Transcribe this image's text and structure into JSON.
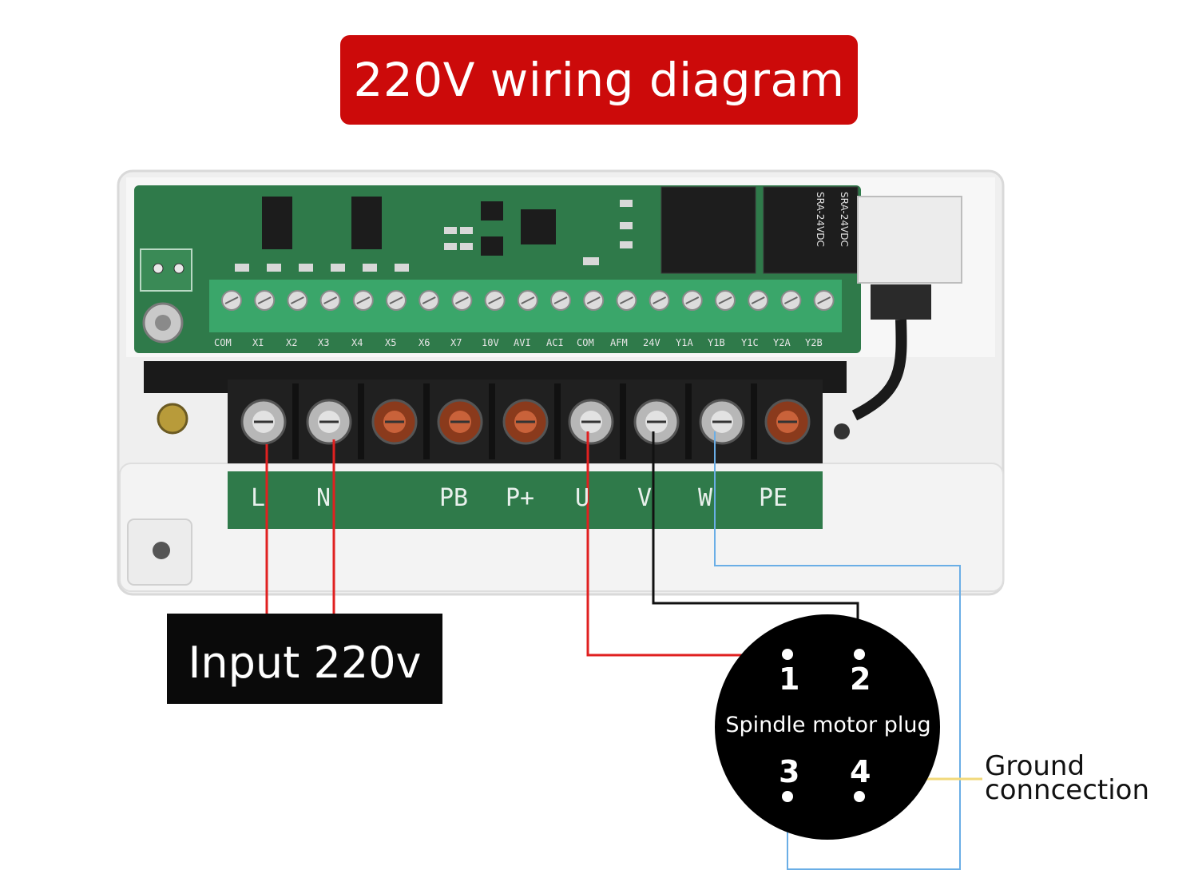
{
  "title": "220V wiring diagram",
  "input_label": "Input 220v",
  "plug": {
    "label": "Spindle motor plug",
    "pins": [
      "1",
      "2",
      "3",
      "4"
    ]
  },
  "ground_label": [
    "Ground",
    "conncection"
  ],
  "power_terminals": [
    "L",
    "N",
    "PB",
    "P+",
    "U",
    "V",
    "W",
    "PE"
  ],
  "control_terminals": [
    "COM",
    "XI",
    "X2",
    "X3",
    "X4",
    "X5",
    "X6",
    "X7",
    "10V",
    "AVI",
    "ACI",
    "COM",
    "AFM",
    "24V",
    "Y1A",
    "Y1B",
    "Y1C",
    "Y2A",
    "Y2B"
  ],
  "relay_text": [
    "SRA-24VDC",
    "SRA-24VDC"
  ],
  "colors": {
    "banner": "#cc0a0a",
    "pcb": "#2f7a4a",
    "terminal_block": "#3aa66a",
    "wire_red": "#e02020",
    "wire_black": "#111111",
    "wire_blue": "#6aaee6",
    "wire_yellow": "#f2d97a"
  }
}
